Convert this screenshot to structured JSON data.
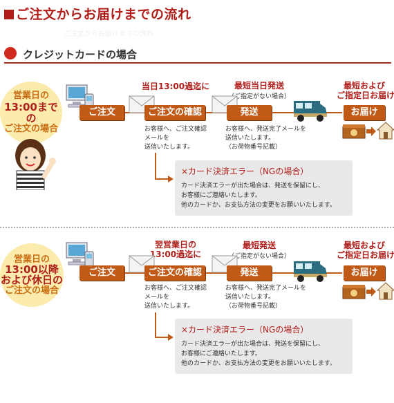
{
  "page": {
    "title": "ご注文からお届けまでの流れ",
    "watermark": "ご注文からお届けまでの流れ",
    "section_title": "クレジットカードの場合"
  },
  "flows": [
    {
      "badge": [
        "営業日の",
        "13:00までの",
        "ご注文の場合"
      ],
      "steps": {
        "order": "ご注文",
        "confirm": "ご注文の確認",
        "ship": "発送",
        "deliver": "お届け"
      },
      "heads": {
        "confirm": "当日13:00過迄に",
        "ship": "最短当日発送",
        "ship_note": "（ご指定がない場合）",
        "deliver_1": "最短および",
        "deliver_2": "ご指定日お届け"
      },
      "notes": {
        "confirm": [
          "お客様へ、ご注文確認",
          "メールを",
          "送信いたします。"
        ],
        "ship": [
          "お客様へ、発送完了メールを",
          "送信いたします。",
          "（お荷物番号記載）"
        ]
      },
      "error": {
        "title": "×カード決済エラー（NGの場合）",
        "body": [
          "カード決済エラーが出た場合は、発送を保留にし、",
          "お客様にご連絡いたします。",
          "他のカードか、お支払方法の変更をお願いいたします。"
        ]
      }
    },
    {
      "badge": [
        "営業日の",
        "13:00以降",
        "および休日の",
        "ご注文の場合"
      ],
      "steps": {
        "order": "ご注文",
        "confirm": "ご注文の確認",
        "ship": "発送",
        "deliver": "お届け"
      },
      "heads": {
        "confirm": "翌営業日の",
        "confirm_2": "13:00過迄に",
        "ship": "最短発送",
        "ship_note": "（ご指定がない場合）",
        "deliver_1": "最短および",
        "deliver_2": "ご指定日お届け"
      },
      "notes": {
        "confirm": [
          "お客様へ、ご注文確認",
          "メールを",
          "送信いたします。"
        ],
        "ship": [
          "お客様へ、発送完了メールを",
          "送信いたします。",
          "（お荷物番号記載）"
        ]
      },
      "error": {
        "title": "×カード決済エラー（NGの場合）",
        "body": [
          "カード決済エラーが出た場合は、発送を保留にし、",
          "お客様にご連絡いたします。",
          "他のカードか、お支払方法の変更をお願いいたします。"
        ]
      }
    }
  ],
  "colors": {
    "accent": "#c25a17",
    "title": "#b01e1a",
    "badge_bg": "#fbecae",
    "error_bg": "#e9e9e9"
  },
  "icons": [
    "computer-phone-icon",
    "envelope-icon",
    "delivery-truck-icon",
    "package-icon",
    "house-icon",
    "person-illustration"
  ]
}
